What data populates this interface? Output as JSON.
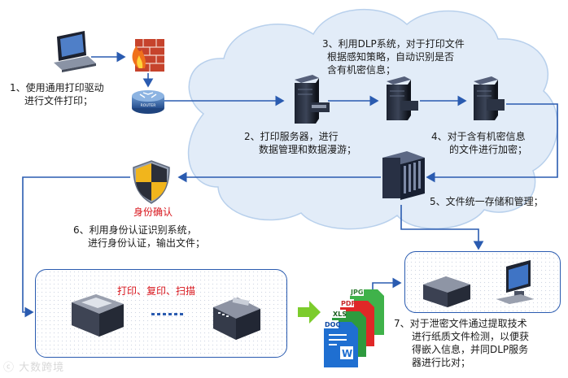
{
  "steps": {
    "s1": [
      "1、使用通用打印驱动",
      "进行文件打印；"
    ],
    "s2": [
      "2、打印服务器，进行",
      "数据管理和数据漫游；"
    ],
    "s3": [
      "3、利用DLP系统，对于打印文件",
      "根据感知策略，自动识别是否",
      "含有机密信息；"
    ],
    "s4": [
      "4、对于含有机密信息",
      "的文件进行加密；"
    ],
    "s5": "5、文件统一存储和管理；",
    "s6": [
      "6、利用身份认证识别系统，",
      "进行身份认证，输出文件；"
    ],
    "s7": [
      "7、对于泄密文件通过提取技术",
      "进行纸质文件检测，以便获",
      "得嵌入信息，并同DLP服务",
      "器进行比对；"
    ]
  },
  "identity_label": "身份确认",
  "print_label": "打印、复印、扫描",
  "router_label": "ROUTER",
  "doc_tags": [
    "JPG",
    "PDF",
    "XLS",
    "DOC"
  ],
  "watermark": "大数跨境",
  "colors": {
    "arrow": "#2a5bb0",
    "highlight": "#d8141b",
    "cloud": "#dde9f7",
    "green_arrow": "#7ccc2c"
  }
}
